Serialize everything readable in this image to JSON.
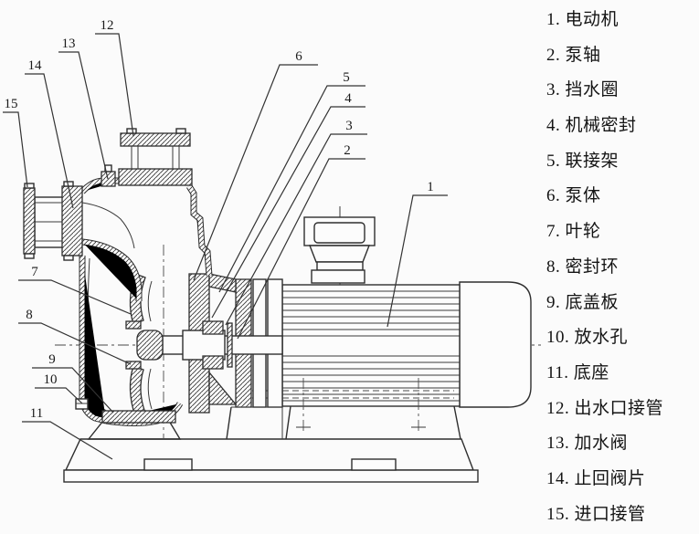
{
  "legend": {
    "items": [
      {
        "number": "1",
        "label": "电动机"
      },
      {
        "number": "2",
        "label": "泵轴"
      },
      {
        "number": "3",
        "label": "挡水圈"
      },
      {
        "number": "4",
        "label": "机械密封"
      },
      {
        "number": "5",
        "label": "联接架"
      },
      {
        "number": "6",
        "label": "泵体"
      },
      {
        "number": "7",
        "label": "叶轮"
      },
      {
        "number": "8",
        "label": "密封环"
      },
      {
        "number": "9",
        "label": "底盖板"
      },
      {
        "number": "10",
        "label": "放水孔"
      },
      {
        "number": "11",
        "label": "底座"
      },
      {
        "number": "12",
        "label": "出水口接管"
      },
      {
        "number": "13",
        "label": "加水阀"
      },
      {
        "number": "14",
        "label": "止回阀片"
      },
      {
        "number": "15",
        "label": "进口接管"
      }
    ],
    "number_separator": ". "
  },
  "diagram": {
    "type": "pump-cross-section",
    "line_color": "#2e2e2e",
    "background": "#fbfbfb"
  }
}
